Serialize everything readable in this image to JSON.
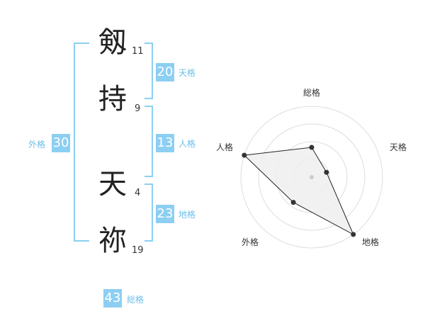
{
  "name": {
    "characters": [
      {
        "char": "剱",
        "strokes": "11"
      },
      {
        "char": "持",
        "strokes": "9"
      },
      {
        "char": "天",
        "strokes": "4"
      },
      {
        "char": "祢",
        "strokes": "19"
      }
    ]
  },
  "fortune": {
    "tenkaku": {
      "value": "20",
      "label": "天格"
    },
    "jinkaku": {
      "value": "13",
      "label": "人格"
    },
    "chikaku": {
      "value": "23",
      "label": "地格"
    },
    "gaikaku": {
      "value": "30",
      "label": "外格"
    },
    "soukaku": {
      "value": "43",
      "label": "総格"
    }
  },
  "chart_data": {
    "type": "radar",
    "axes": [
      "総格",
      "天格",
      "地格",
      "外格",
      "人格"
    ],
    "values": [
      0.42,
      0.22,
      1.0,
      0.44,
      1.0
    ],
    "rings": 4
  },
  "colors": {
    "accent": "#8ccff2",
    "radar_fill": "#eeeeee",
    "radar_stroke": "#222222",
    "ring_stroke": "#dddddd"
  }
}
